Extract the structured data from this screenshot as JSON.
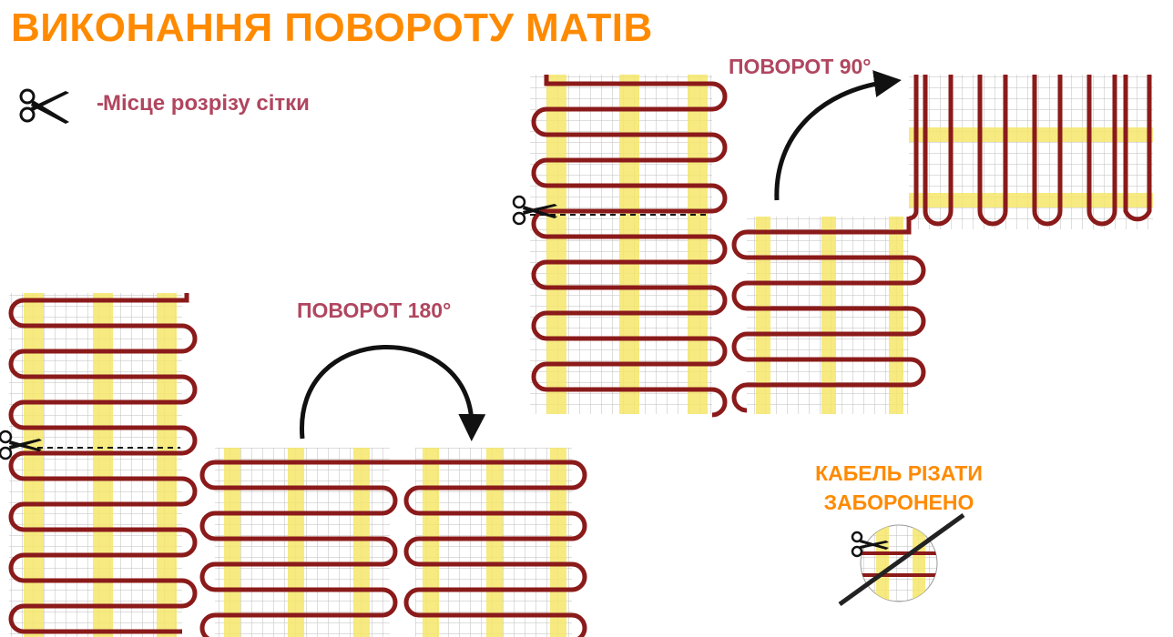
{
  "title": "ВИКОНАННЯ ПОВОРОТУ МАТІВ",
  "legend": {
    "dash": "-",
    "text": "Місце розрізу сітки",
    "icon": "scissors-icon"
  },
  "turn_90": {
    "label": "ПОВОРОТ 90°"
  },
  "turn_180": {
    "label": "ПОВОРОТ 180°"
  },
  "warning": {
    "line1": "КАБЕЛЬ РІЗАТИ",
    "line2": "ЗАБОРОНЕНО",
    "icon": "forbidden-cut-icon"
  },
  "colors": {
    "accent_orange": "#ff8a00",
    "label_red": "#b0465f",
    "cable": "#8b1a1a",
    "tape": "#f5e66a",
    "grid": "#bfbfbf"
  }
}
